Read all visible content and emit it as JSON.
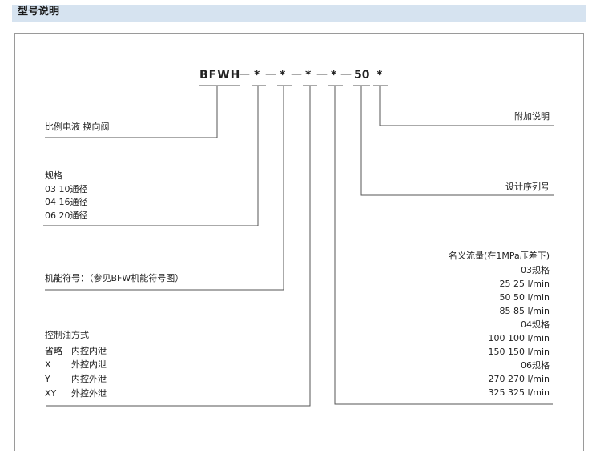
{
  "header": {
    "title": "型号说明"
  },
  "model": {
    "prefix": "BFWH",
    "dash": "—",
    "star": "*",
    "suffix": "50"
  },
  "left": {
    "valve": "比例电液 换向阀",
    "spec": {
      "title": "规格",
      "items": [
        "03  10通径",
        "04  16通径",
        "06   20通径"
      ]
    },
    "function": "机能符号：（参见BFW机能符号图）",
    "control": {
      "title": "控制油方式",
      "rows": [
        {
          "code": "省略",
          "desc": "内控内泄"
        },
        {
          "code": "X",
          "desc": "外控内泄"
        },
        {
          "code": "Y",
          "desc": "内控外泄"
        },
        {
          "code": "XY",
          "desc": "外控外泄"
        }
      ]
    }
  },
  "right": {
    "extra": "附加说明",
    "design": "设计序列号",
    "flow": {
      "title": "名义流量(在1MPa压差下)",
      "lines": [
        "03规格",
        "25  25 l/min",
        "50  50 l/min",
        "85  85 l/min",
        "04规格",
        "100   100 l/min",
        "150   150 l/min",
        "06规格",
        "270   270 l/min",
        "325   325 l/min"
      ]
    }
  }
}
